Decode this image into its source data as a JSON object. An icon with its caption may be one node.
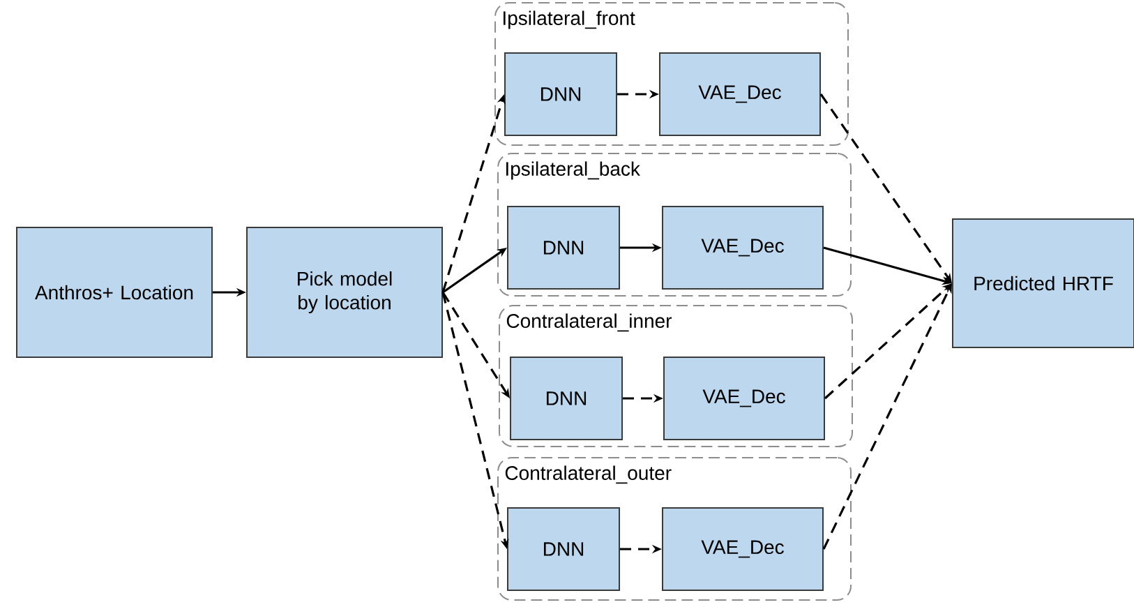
{
  "diagram": {
    "nodes": [
      {
        "text": [
          "Anthros+ Location"
        ]
      },
      {
        "text": [
          "Pick model by location"
        ]
      },
      {
        "text": [
          "Ipsilateral_front"
        ]
      },
      {
        "text": [
          "DNN"
        ],
        "in": 2
      },
      {
        "text": [
          "VAE_Dec"
        ],
        "in": 2
      },
      {
        "text": [
          "Ipsilateral_back"
        ]
      },
      {
        "text": [
          "DNN"
        ],
        "in": 5
      },
      {
        "text": [
          "VAE_Dec"
        ],
        "in": 5
      },
      {
        "text": [
          "Contralateral_inner"
        ]
      },
      {
        "text": [
          "DNN"
        ],
        "in": 8
      },
      {
        "text": [
          "VAE_Dec"
        ],
        "in": 8
      },
      {
        "text": [
          "Contralateral_outer"
        ]
      },
      {
        "text": [
          "DNN"
        ],
        "in": 11
      },
      {
        "text": [
          "VAE_Dec"
        ],
        "in": 11
      },
      {
        "text": [
          "Predicted HRTF"
        ]
      }
    ],
    "edges": [
      {
        "from": 0,
        "to": 1,
        "arrow": "to"
      },
      {
        "from": 1,
        "to": 3,
        "arrow": "to",
        "style": "dashed"
      },
      {
        "from": 1,
        "to": 6,
        "arrow": "to"
      },
      {
        "from": 1,
        "to": 9,
        "arrow": "to",
        "style": "dashed"
      },
      {
        "from": 1,
        "to": 12,
        "arrow": "to",
        "style": "dashed"
      },
      {
        "from": 3,
        "to": 4,
        "arrow": "to",
        "style": "dashed"
      },
      {
        "from": 6,
        "to": 7,
        "arrow": "to"
      },
      {
        "from": 9,
        "to": 10,
        "arrow": "to",
        "style": "dashed"
      },
      {
        "from": 12,
        "to": 13,
        "arrow": "to",
        "style": "dashed"
      },
      {
        "from": 4,
        "to": 14,
        "arrow": "to",
        "style": "dashed"
      },
      {
        "from": 7,
        "to": 14,
        "arrow": "to"
      },
      {
        "from": 10,
        "to": 14,
        "arrow": "to",
        "style": "dashed"
      },
      {
        "from": 13,
        "to": 14,
        "arrow": "to",
        "style": "dashed"
      }
    ]
  }
}
